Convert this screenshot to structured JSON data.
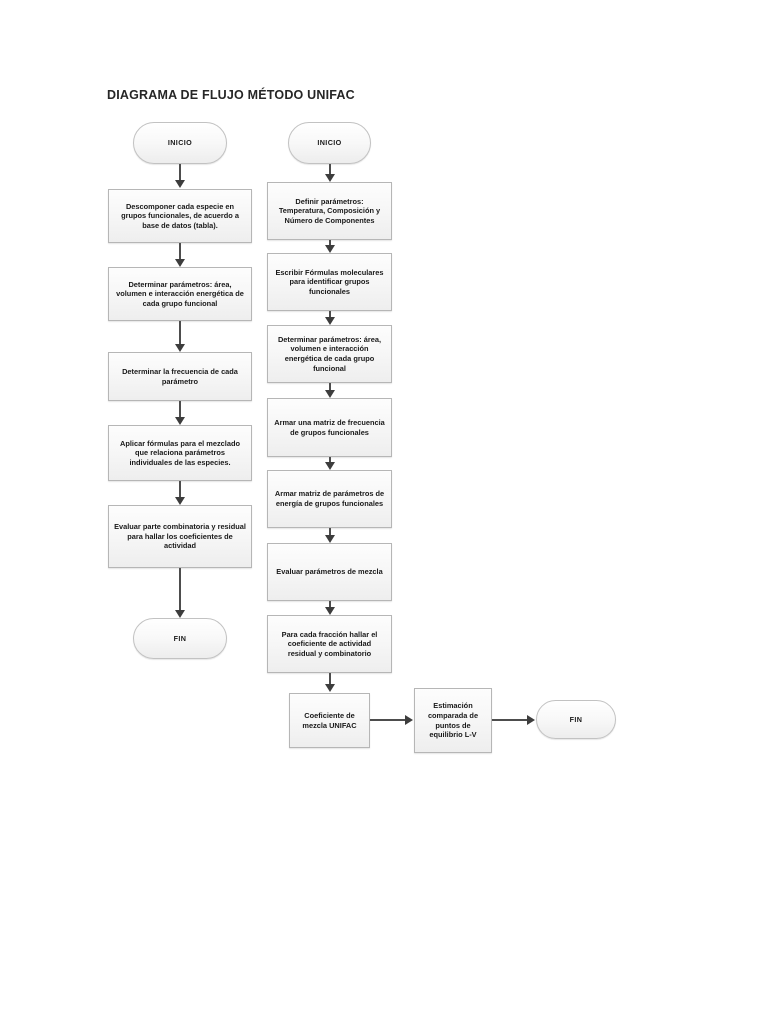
{
  "document": {
    "title": "DIAGRAMA DE FLUJO MÉTODO UNIFAC",
    "background_color": "#ffffff",
    "shape_fill_color": "#f4f4f4",
    "shape_border_color": "#b6b6b6",
    "connector_color": "#4d4d4d",
    "text_color": "#1a1a1a"
  },
  "flow_left": {
    "name": "columna-izquierda",
    "nodes": [
      {
        "id": "l0",
        "type": "terminator",
        "label": "INICIO"
      },
      {
        "id": "l1",
        "type": "process",
        "label": "Descomponer cada especie en grupos funcionales, de acuerdo a base de datos (tabla)."
      },
      {
        "id": "l2",
        "type": "process",
        "label": "Determinar parámetros: área, volumen e interacción energética de cada grupo funcional"
      },
      {
        "id": "l3",
        "type": "process",
        "label": "Determinar la frecuencia de cada parámetro"
      },
      {
        "id": "l4",
        "type": "process",
        "label": "Aplicar fórmulas para el mezclado que relaciona parámetros individuales de las especies."
      },
      {
        "id": "l5",
        "type": "process",
        "label": "Evaluar parte combinatoria y residual para hallar los coeficientes de actividad"
      },
      {
        "id": "l6",
        "type": "terminator",
        "label": "FIN"
      }
    ]
  },
  "flow_right": {
    "name": "columna-derecha",
    "nodes": [
      {
        "id": "r0",
        "type": "terminator",
        "label": "INICIO"
      },
      {
        "id": "r1",
        "type": "process",
        "label": "Definir parámetros: Temperatura, Composición y Número de Componentes"
      },
      {
        "id": "r2",
        "type": "process",
        "label": "Escribir Fórmulas moleculares para identificar grupos funcionales"
      },
      {
        "id": "r3",
        "type": "process",
        "label": "Determinar parámetros: área, volumen e interacción energética de cada grupo funcional"
      },
      {
        "id": "r4",
        "type": "process",
        "label": "Armar una matriz de frecuencia de grupos funcionales"
      },
      {
        "id": "r5",
        "type": "process",
        "label": "Armar matriz de parámetros de energía de grupos funcionales"
      },
      {
        "id": "r6",
        "type": "process",
        "label": "Evaluar parámetros de mezcla"
      },
      {
        "id": "r7",
        "type": "process",
        "label": "Para cada fracción hallar el coeficiente de actividad residual y combinatorio"
      }
    ]
  },
  "flow_bottom": {
    "name": "fila-inferior",
    "nodes": [
      {
        "id": "b0",
        "type": "process",
        "label": "Coeficiente de mezcla UNIFAC"
      },
      {
        "id": "b1",
        "type": "process",
        "label": "Estimación comparada de puntos de equilibrio L-V"
      },
      {
        "id": "b2",
        "type": "terminator",
        "label": "FIN"
      }
    ]
  }
}
